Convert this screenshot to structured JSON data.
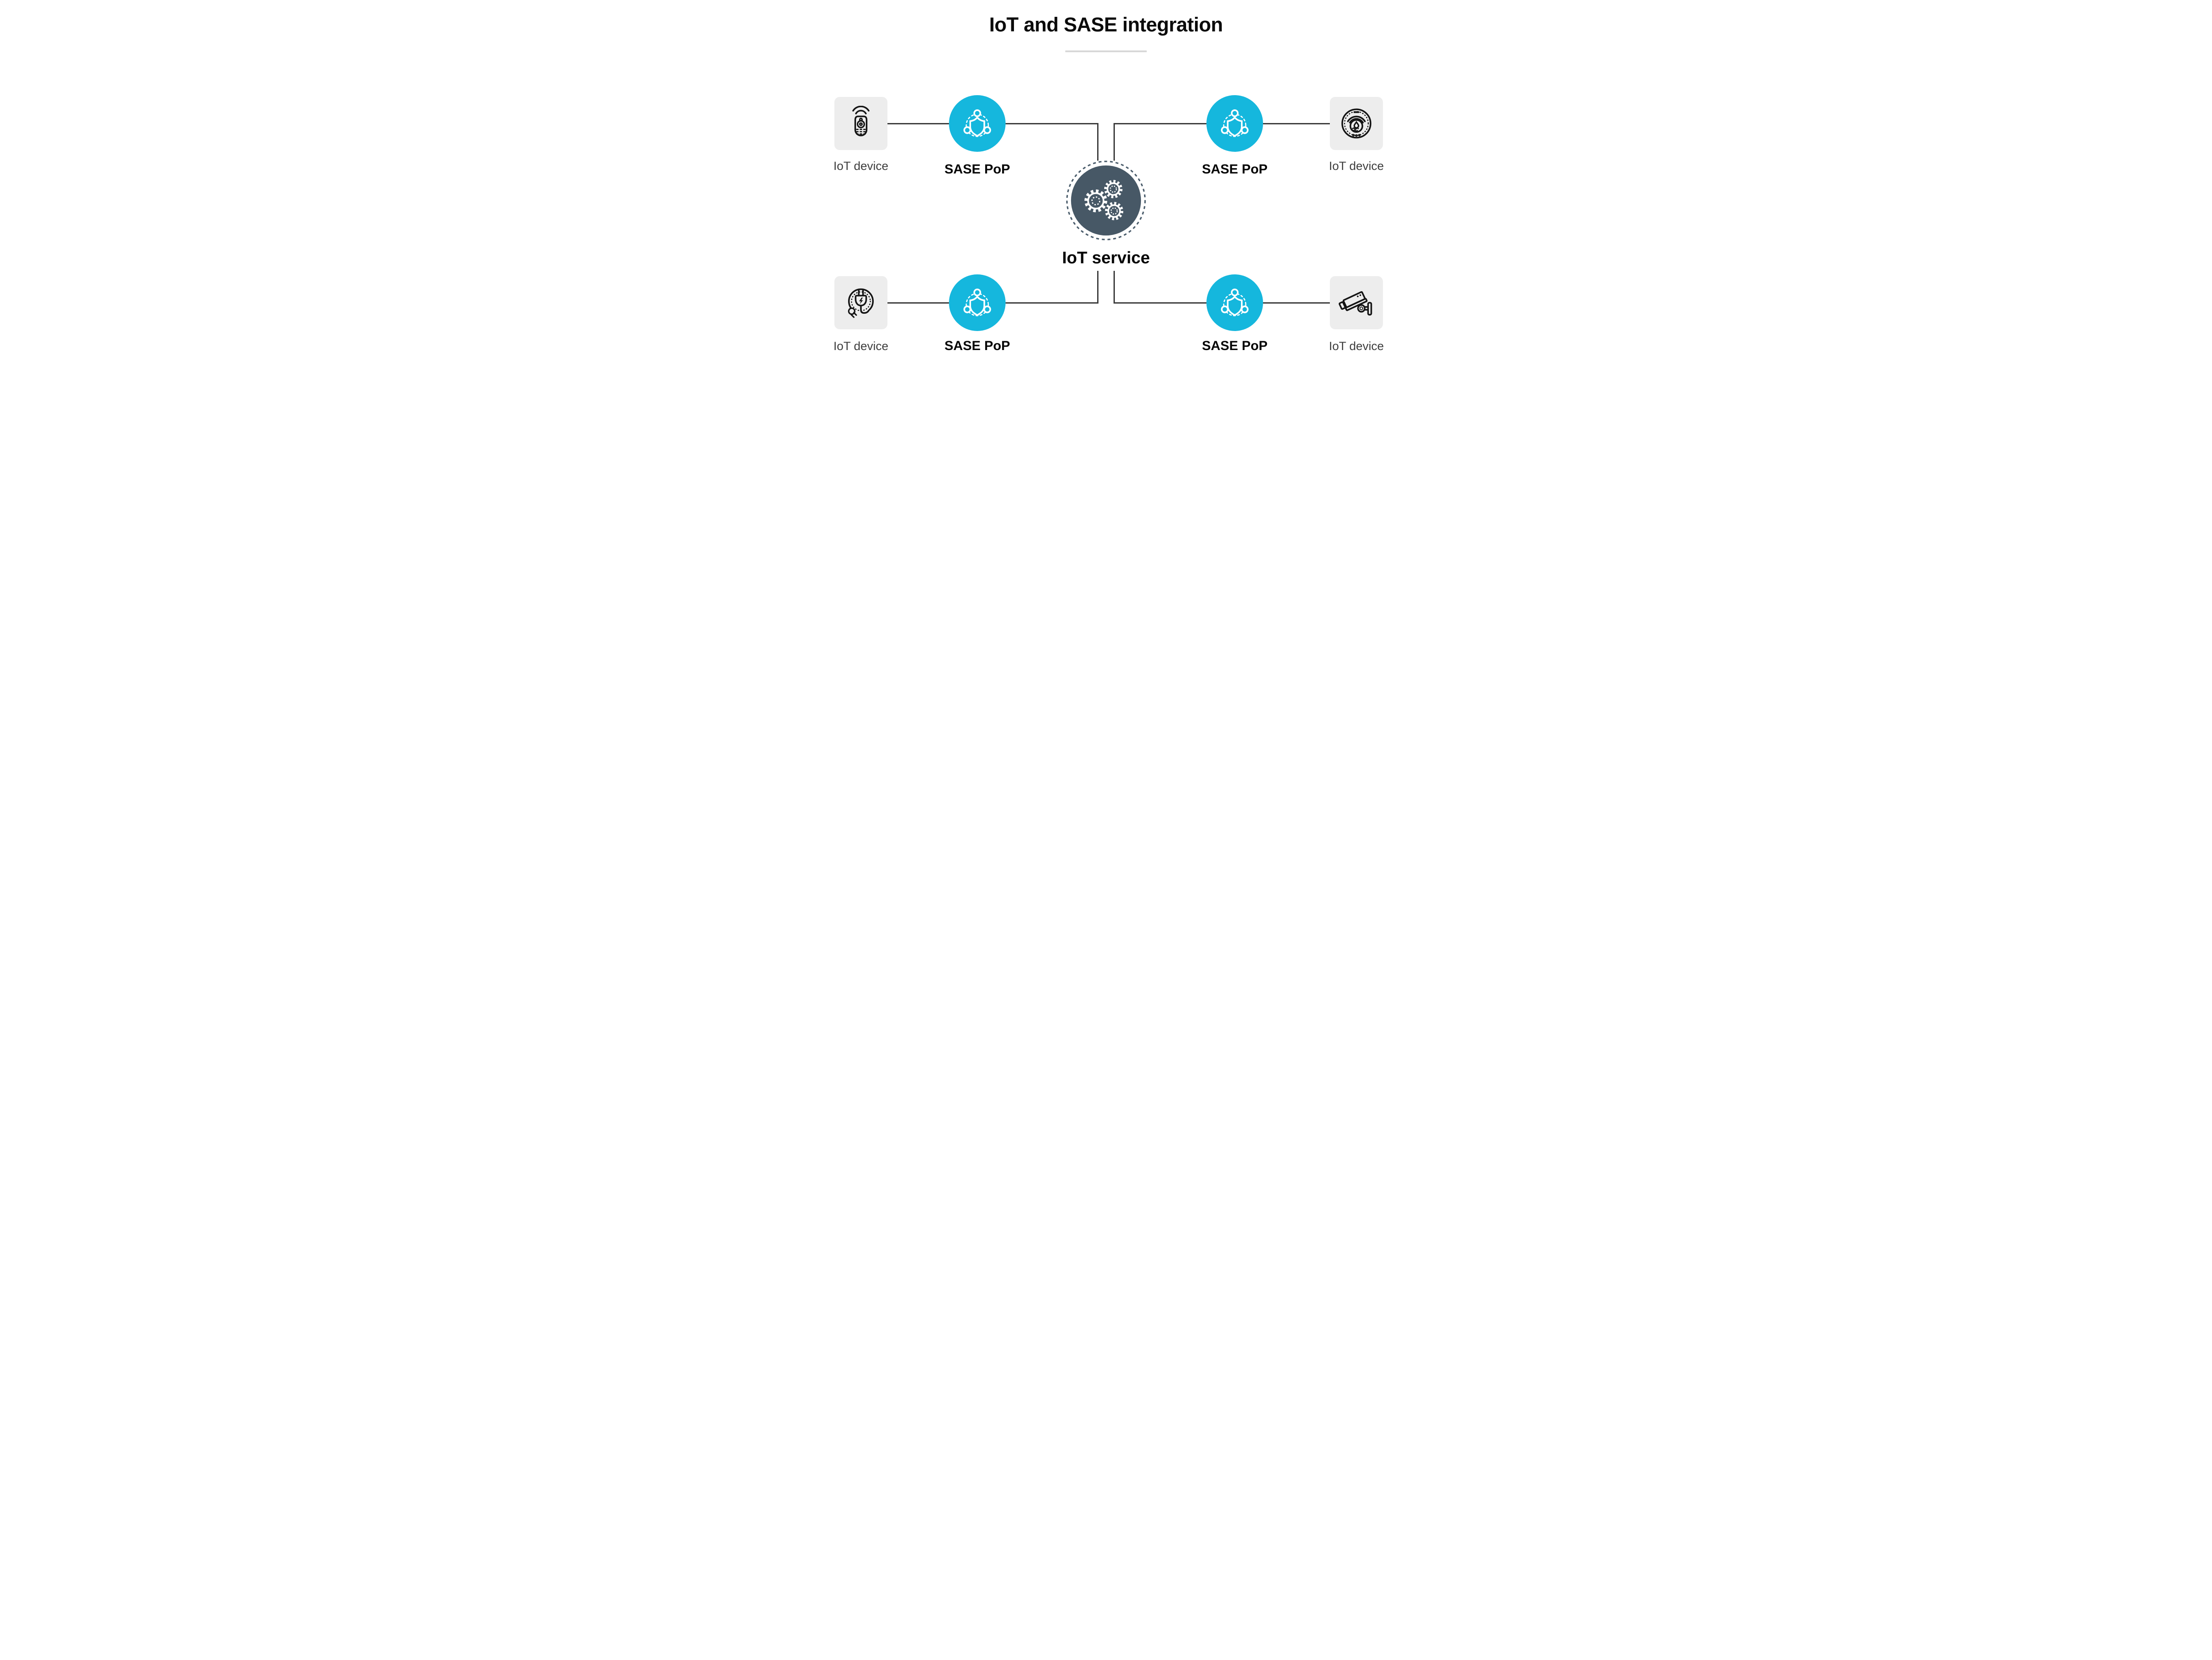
{
  "title": "IoT and SASE integration",
  "center": {
    "label": "IoT service",
    "icon": "gears-icon"
  },
  "pop": {
    "label": "SASE PoP",
    "icon": "shield-network-icon"
  },
  "devices": {
    "top_left": {
      "label": "IoT device",
      "icon": "remote-control-icon"
    },
    "top_right": {
      "label": "IoT device",
      "icon": "water-sensor-icon"
    },
    "bottom_left": {
      "label": "IoT device",
      "icon": "smart-plug-icon"
    },
    "bottom_right": {
      "label": "IoT device",
      "icon": "security-camera-icon"
    }
  },
  "colors": {
    "accent_cyan": "#15b7dd",
    "dark_slate": "#475866",
    "device_box_bg": "#ededed",
    "connector_line": "#3a3a3a",
    "title_underline": "#d8d8d8",
    "device_label": "#3d3d3d",
    "icon_stroke": "#141414"
  }
}
